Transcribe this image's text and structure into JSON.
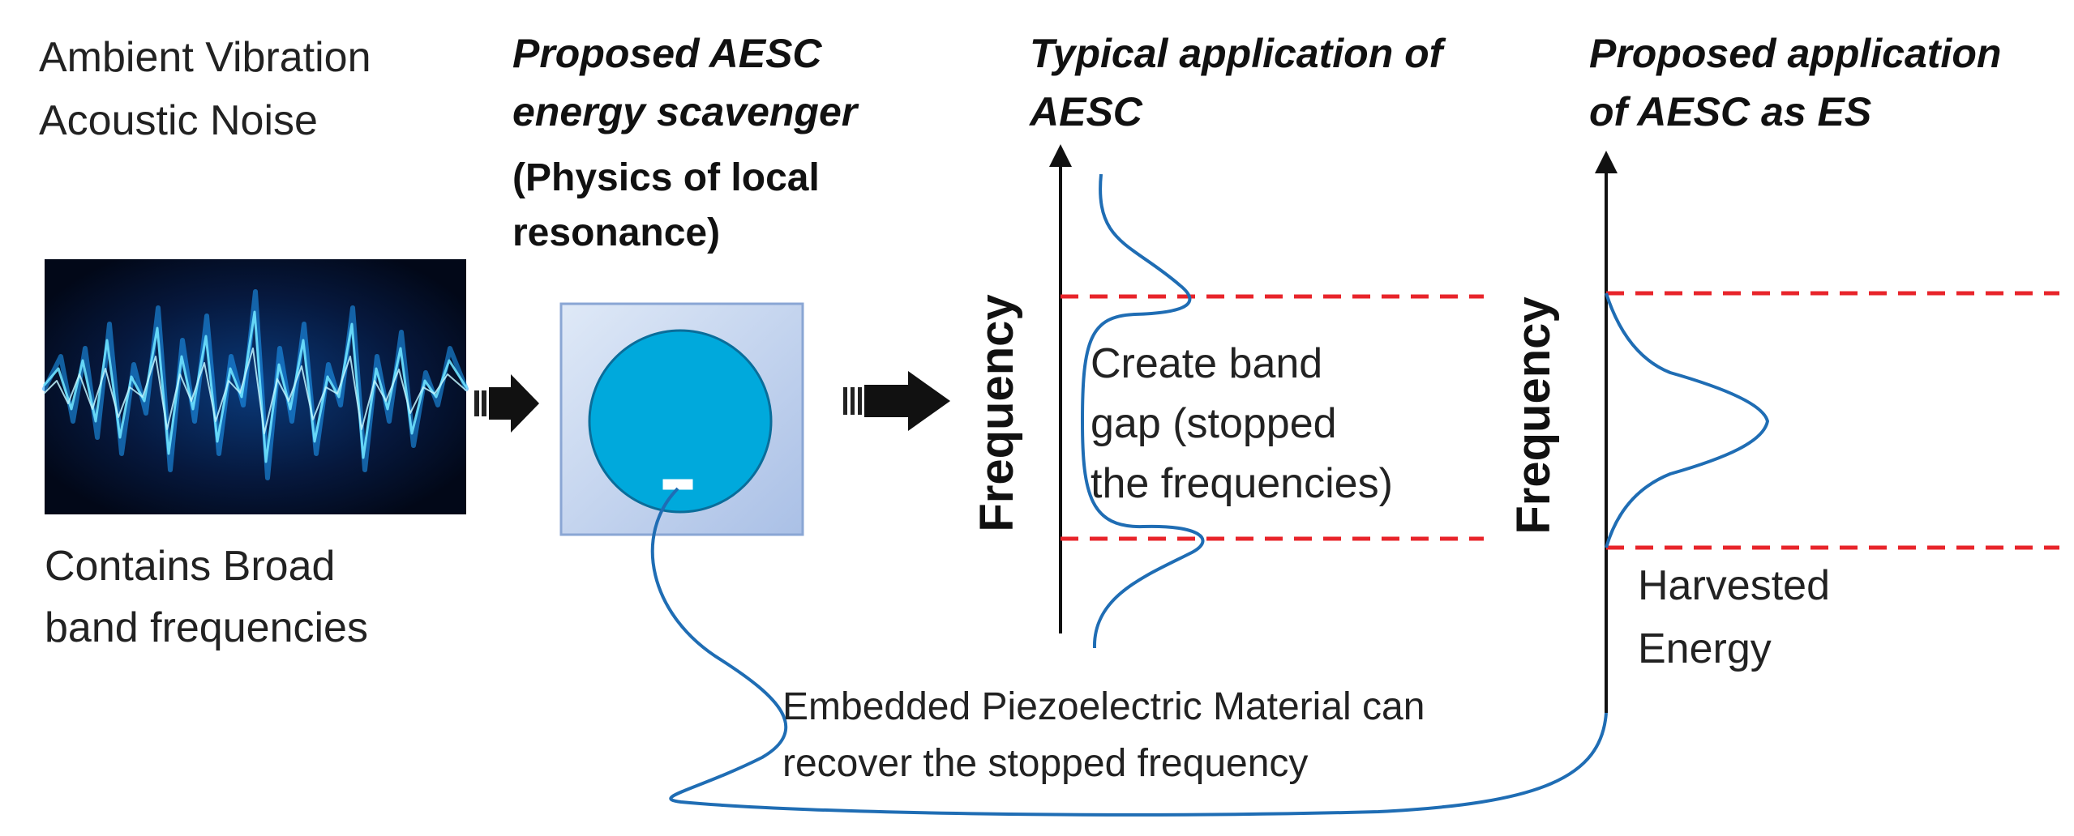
{
  "source": {
    "line1": "Ambient Vibration",
    "line2": "Acoustic Noise",
    "caption1": "Contains Broad",
    "caption2": "band frequencies"
  },
  "scavenger": {
    "heading1": "Proposed AESC",
    "heading2": "energy scavenger",
    "sub1": "(Physics of local",
    "sub2": "resonance)"
  },
  "typical": {
    "heading1": "Typical application of",
    "heading2": "AESC",
    "axis_label": "Frequency",
    "note1": "Create band",
    "note2": "gap (stopped",
    "note3": "the frequencies)"
  },
  "proposed": {
    "heading1": "Proposed application",
    "heading2": "of AESC as ES",
    "axis_label": "Frequency",
    "note1": "Harvested",
    "note2": "Energy"
  },
  "bottom": {
    "line1": "Embedded Piezoelectric  Material can",
    "line2": "recover the stopped frequency"
  },
  "colors": {
    "curve": "#1f6db4",
    "bandgap_line": "#e8242a",
    "cell_fill": "#00a9dc",
    "arrow": "#111111"
  }
}
